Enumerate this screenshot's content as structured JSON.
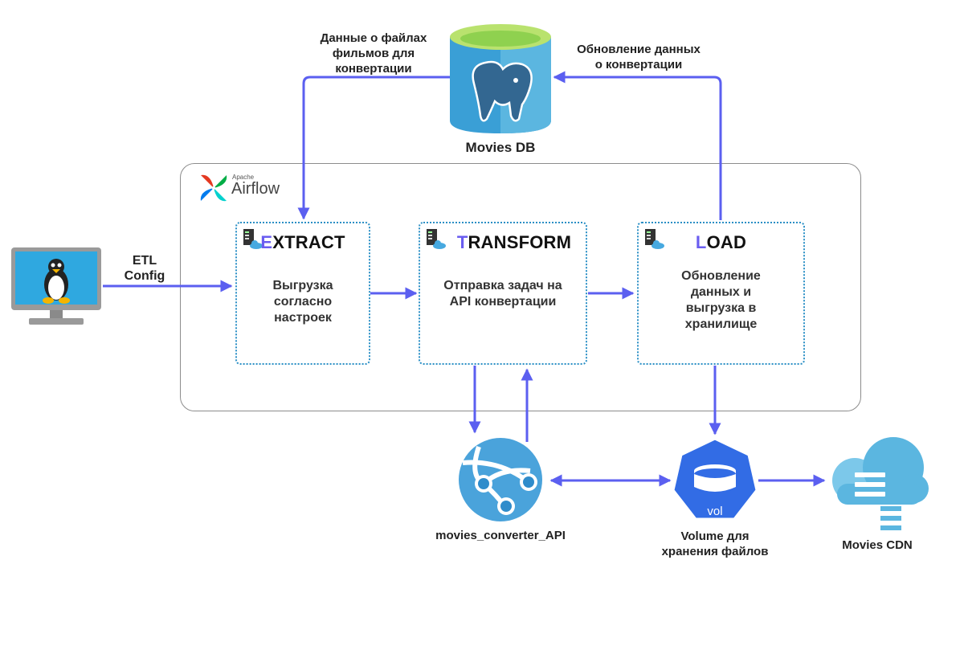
{
  "database": {
    "label": "Movies DB",
    "read_label": "Данные о файлах\nфильмов для\nконвертации",
    "write_label": "Обновление данных\nо конвертации"
  },
  "airflow": {
    "logo_small": "Apache",
    "logo_main": "Airflow"
  },
  "client": {
    "config_label": "ETL\nConfig"
  },
  "stages": {
    "extract": {
      "first_letter": "E",
      "rest": "XTRACT",
      "description": "Выгрузка\nсогласно настроек"
    },
    "transform": {
      "first_letter": "T",
      "rest": "RANSFORM",
      "description": "Отправка задач на\nAPI конвертации"
    },
    "load": {
      "first_letter": "L",
      "rest": "OAD",
      "description": "Обновление\nданных и\nвыгрузка в\nхранилище"
    }
  },
  "services": {
    "api_label": "movies_converter_API",
    "volume_label": "Volume для\nхранения файлов",
    "volume_icon_text": "vol",
    "cdn_label": "Movies CDN"
  },
  "colors": {
    "arrow": "#5b5ff0",
    "stage_border": "#2a8fc5",
    "accent_letter": "#6a5df0",
    "db_body": "#3a9fd6",
    "db_top": "#8fd14f",
    "volume": "#326ce5",
    "api": "#4aa3db",
    "cdn": "#5bb6e0"
  }
}
